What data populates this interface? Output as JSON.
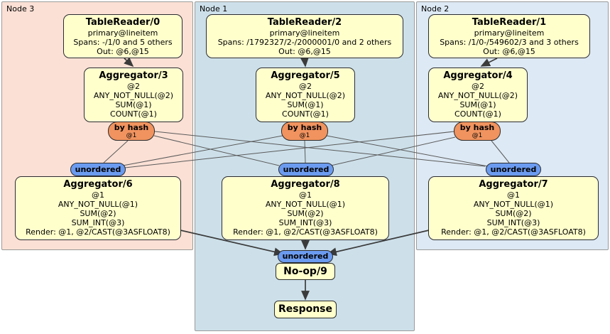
{
  "regions": {
    "node3": {
      "label": "Node 3"
    },
    "node1": {
      "label": "Node 1"
    },
    "node2": {
      "label": "Node 2"
    }
  },
  "colors": {
    "node3_bg": "#fbe0d5",
    "node1_bg": "#cde0ea",
    "node2_bg": "#dde9f4",
    "processor_bg": "#ffffcc",
    "hash_router_bg": "#f0935f",
    "sync_bg": "#6b9bf0"
  },
  "processors": {
    "tablereader0": {
      "title": "TableReader/0",
      "lines": [
        "primary@lineitem",
        "Spans: -/1/0 and 5 others",
        "Out: @6,@15"
      ]
    },
    "tablereader2": {
      "title": "TableReader/2",
      "lines": [
        "primary@lineitem",
        "Spans: /1792327/2-/2000001/0 and 2 others",
        "Out: @6,@15"
      ]
    },
    "tablereader1": {
      "title": "TableReader/1",
      "lines": [
        "primary@lineitem",
        "Spans: /1/0-/549602/3 and 3 others",
        "Out: @6,@15"
      ]
    },
    "aggregator3": {
      "title": "Aggregator/3",
      "lines": [
        "@2",
        "ANY_NOT_NULL(@2)",
        "SUM(@1)",
        "COUNT(@1)"
      ]
    },
    "aggregator5": {
      "title": "Aggregator/5",
      "lines": [
        "@2",
        "ANY_NOT_NULL(@2)",
        "SUM(@1)",
        "COUNT(@1)"
      ]
    },
    "aggregator4": {
      "title": "Aggregator/4",
      "lines": [
        "@2",
        "ANY_NOT_NULL(@2)",
        "SUM(@1)",
        "COUNT(@1)"
      ]
    },
    "aggregator6": {
      "title": "Aggregator/6",
      "lines": [
        "@1",
        "ANY_NOT_NULL(@1)",
        "SUM(@2)",
        "SUM_INT(@3)",
        "Render: @1, @2/CAST(@3ASFLOAT8)"
      ]
    },
    "aggregator8": {
      "title": "Aggregator/8",
      "lines": [
        "@1",
        "ANY_NOT_NULL(@1)",
        "SUM(@2)",
        "SUM_INT(@3)",
        "Render: @1, @2/CAST(@3ASFLOAT8)"
      ]
    },
    "aggregator7": {
      "title": "Aggregator/7",
      "lines": [
        "@1",
        "ANY_NOT_NULL(@1)",
        "SUM(@2)",
        "SUM_INT(@3)",
        "Render: @1, @2/CAST(@3ASFLOAT8)"
      ]
    },
    "noop": {
      "title": "No-op/9"
    },
    "response": {
      "title": "Response"
    }
  },
  "routers": {
    "by_hash_label": "by hash",
    "by_hash_key": "@1",
    "unordered_label": "unordered"
  }
}
